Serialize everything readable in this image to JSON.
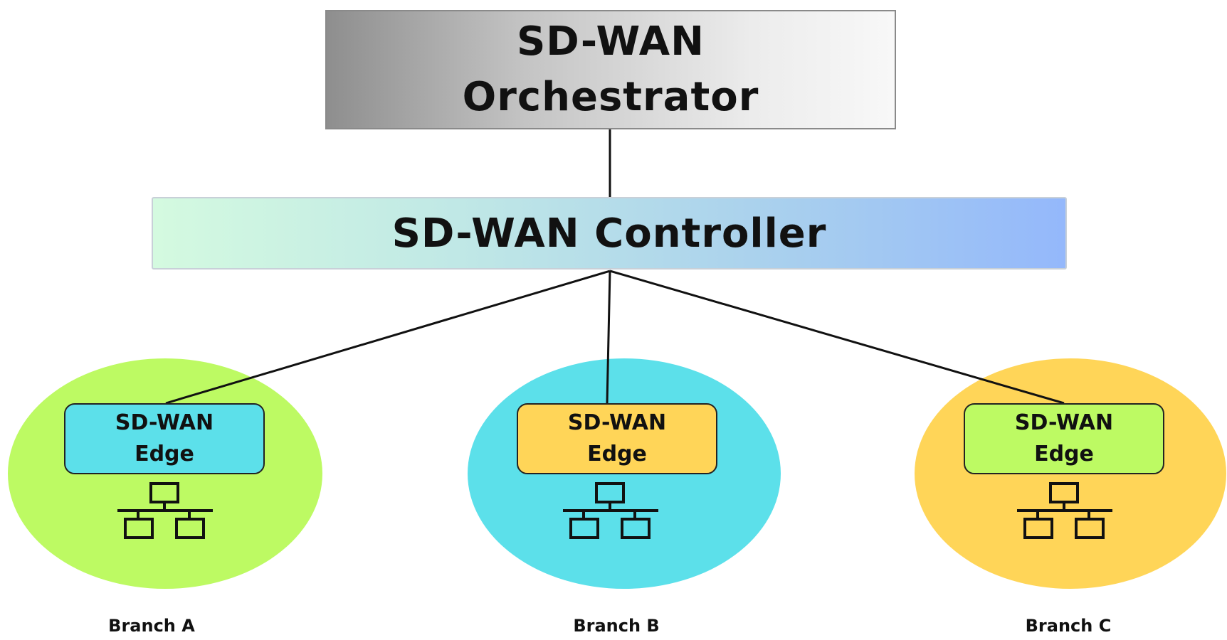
{
  "orchestrator": {
    "line1": "SD-WAN",
    "line2": "Orchestrator"
  },
  "controller": {
    "label": "SD-WAN Controller"
  },
  "branches": [
    {
      "edge_line1": "SD-WAN",
      "edge_line2": "Edge",
      "label": "Branch A",
      "circle_color": "#bdfa63",
      "edge_color": "#5ce0ea",
      "icon": "network-topology-icon"
    },
    {
      "edge_line1": "SD-WAN",
      "edge_line2": "Edge",
      "label": "Branch B",
      "circle_color": "#5ce0ea",
      "edge_color": "#ffd558",
      "icon": "network-topology-icon"
    },
    {
      "edge_line1": "SD-WAN",
      "edge_line2": "Edge",
      "label": "Branch C",
      "circle_color": "#ffd558",
      "edge_color": "#bdfa63",
      "icon": "network-topology-icon"
    }
  ],
  "colors": {
    "connector": "#111111"
  }
}
